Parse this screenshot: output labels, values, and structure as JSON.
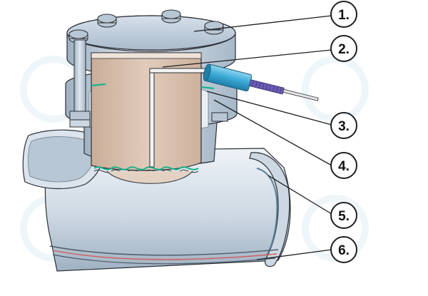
{
  "diagram": {
    "callouts": [
      {
        "id": "c1",
        "label": "1."
      },
      {
        "id": "c2",
        "label": "2."
      },
      {
        "id": "c3",
        "label": "3."
      },
      {
        "id": "c4",
        "label": "4."
      },
      {
        "id": "c5",
        "label": "5."
      },
      {
        "id": "c6",
        "label": "6."
      }
    ],
    "colors": {
      "metal": "#c9d6e2",
      "metal_dark": "#8fa3b6",
      "metal_light": "#e8eef4",
      "insulation": "#d8bfae",
      "insulation_dark": "#c4a892",
      "probe_sheath": "#39a9d6",
      "probe_wire": "#6b5bb5",
      "seal_green": "#19b48a",
      "outline": "#2b2f36"
    }
  }
}
